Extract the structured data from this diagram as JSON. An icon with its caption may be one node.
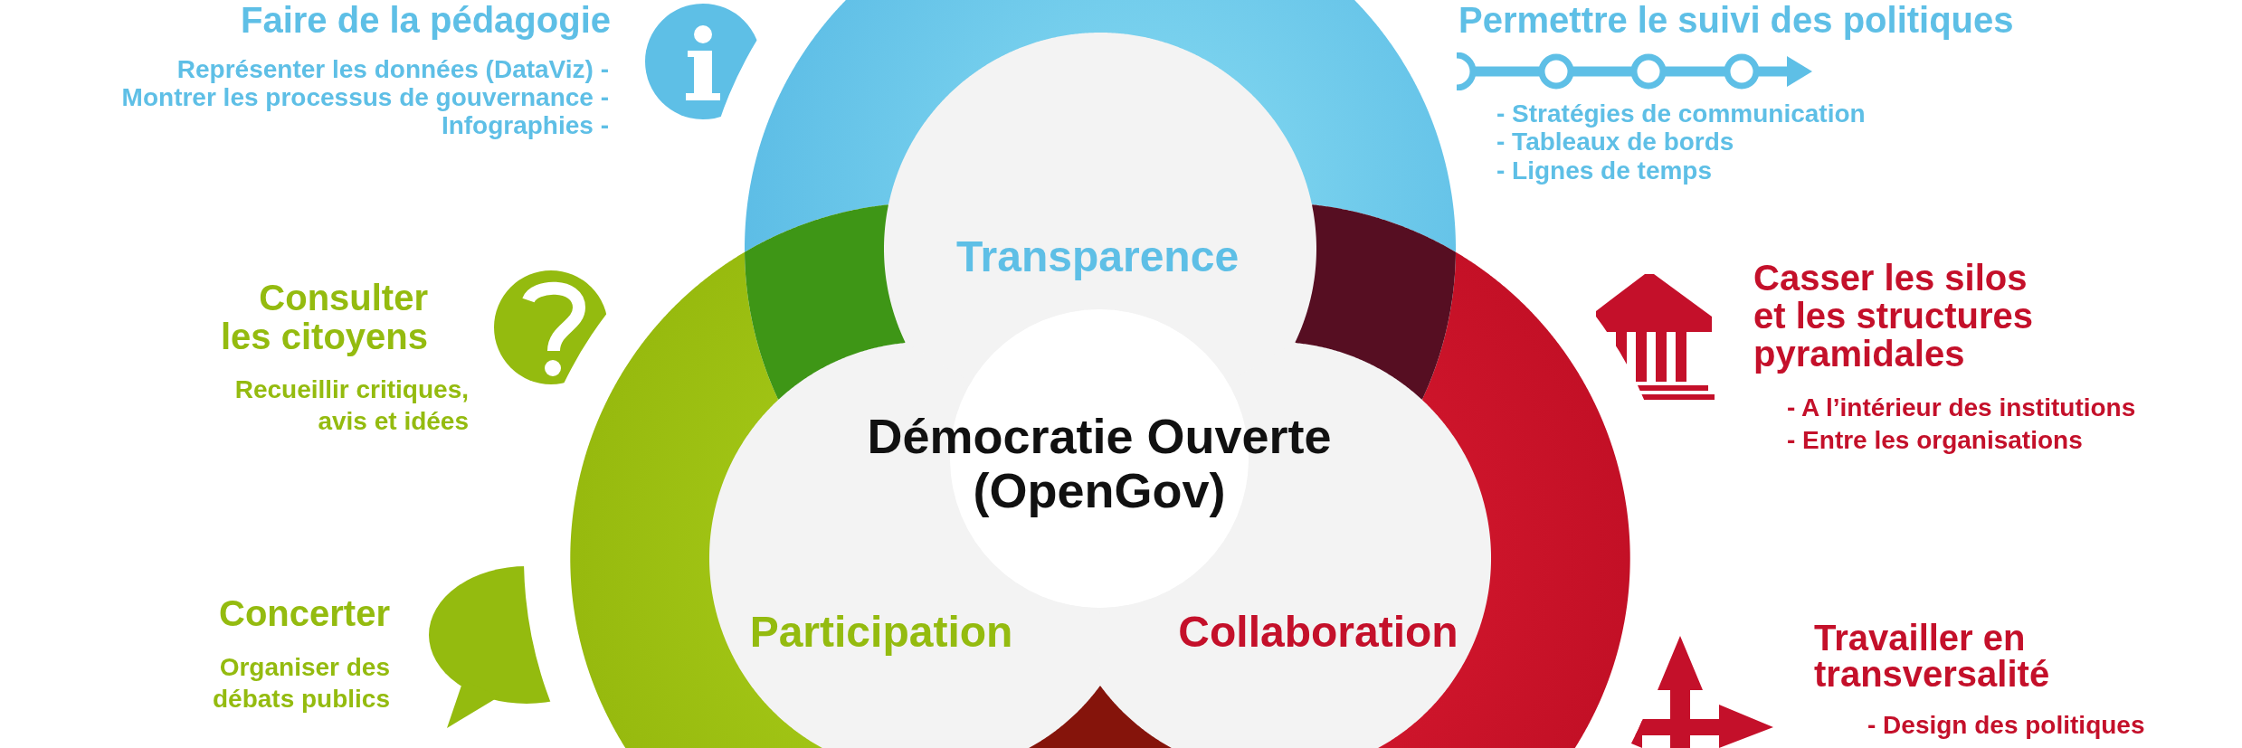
{
  "diagram": {
    "nodes": [
      {
        "text": [
          "Transparence"
        ]
      },
      {
        "text": [
          "Démocratie Ouverte (OpenGov)"
        ]
      },
      {
        "text": [
          "Participation"
        ]
      },
      {
        "text": [
          "Collaboration"
        ]
      },
      {
        "text": [],
        "shape": "lens"
      },
      {
        "text": [],
        "shape": "lens"
      },
      {
        "text": [],
        "shape": "lens"
      }
    ],
    "labels": [
      "Faire de la pédagogie",
      "Représenter les données (DataViz) -",
      "Montrer les processus de gouvernance -",
      "Infographies -",
      "Permettre le suivi des politiques",
      "- Stratégies de communication",
      "- Tableaux de bords",
      "- Lignes de temps",
      "Consulter les citoyens",
      "Recueillir critiques, avis et idées",
      "Casser les silos et les structures pyramidales",
      "- A l’intérieur des institutions",
      "- Entre les organisations",
      "Concerter",
      "Organiser des débats publics",
      "Travailler en transversalité",
      "- Design des politiques"
    ]
  }
}
